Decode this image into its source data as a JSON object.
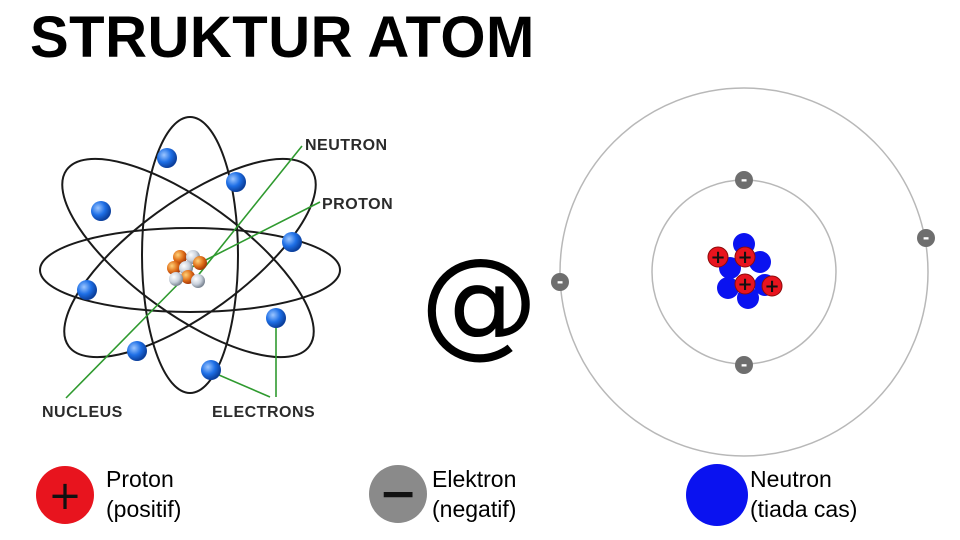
{
  "title": "STRUKTUR ATOM",
  "separator": "@",
  "classic_atom": {
    "labels": {
      "neutron": "NEUTRON",
      "proton": "PROTON",
      "nucleus": "NUCLEUS",
      "electrons": "ELECTRONS"
    }
  },
  "bohr_model": {
    "electron_symbol": "-",
    "proton_symbol": "+"
  },
  "legend": [
    {
      "symbol": "+",
      "name": "Proton",
      "desc": "(positif)",
      "color": "#e8141e"
    },
    {
      "symbol": "−",
      "name": "Elektron",
      "desc": "(negatif)",
      "color": "#8a8a8a"
    },
    {
      "symbol": "",
      "name": "Neutron",
      "desc": "(tiada cas)",
      "color": "#0a12f0"
    }
  ],
  "colors": {
    "electron_blue": "#1e6fe6",
    "orbit_dark": "#1a1a1a",
    "pointer_green": "#2f9a2f",
    "proton_red": "#e8141e",
    "neutron_blue": "#0a12f0",
    "electron_grey": "#8a8a8a"
  }
}
